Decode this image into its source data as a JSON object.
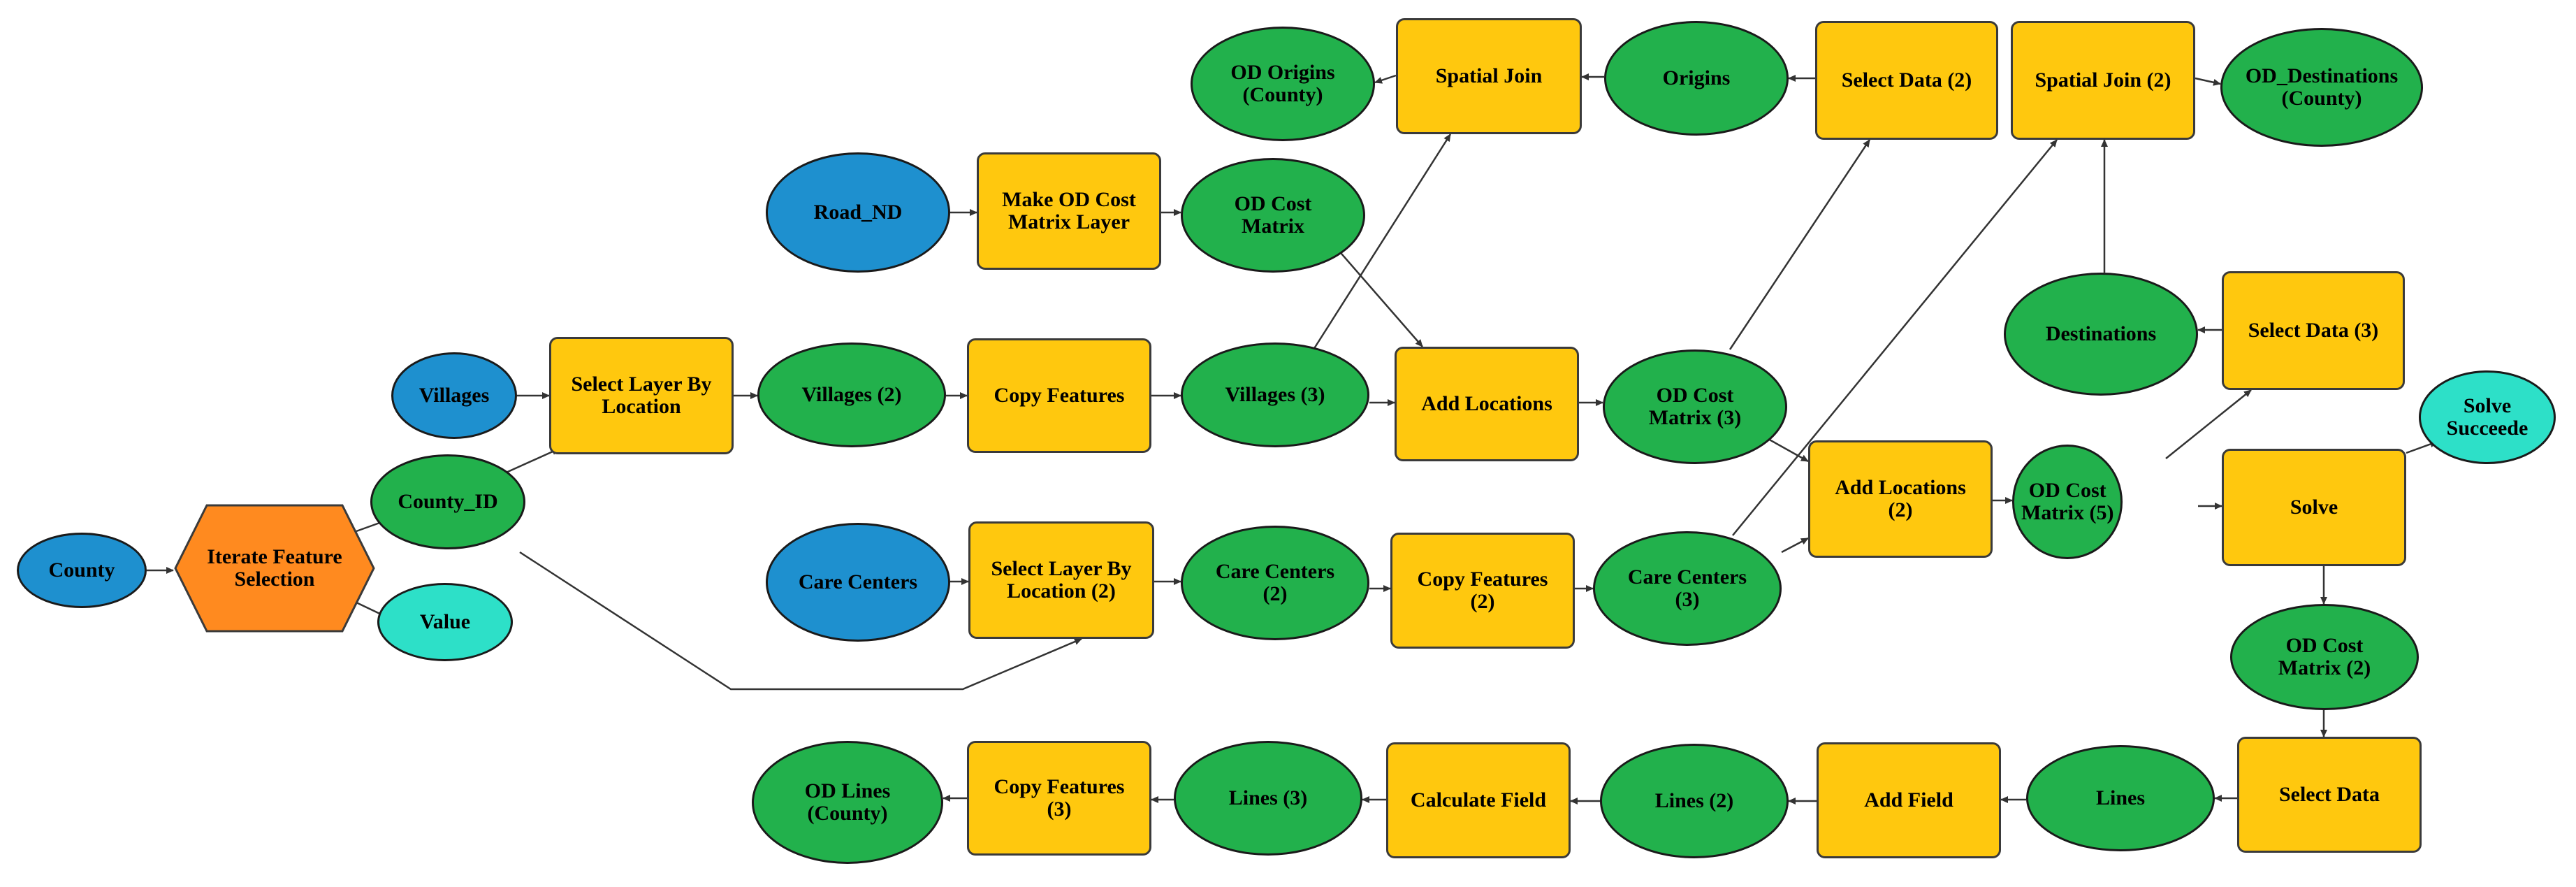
{
  "colors": {
    "blue": "#1e90cf",
    "green": "#22b14c",
    "yellow": "#ffc80e",
    "orange": "#ff8a1f",
    "cyan": "#2de0c8",
    "line": "#333333"
  },
  "nodes": {
    "county": "County",
    "iterate_feature_selection": "Iterate Feature\nSelection",
    "county_id": "County_ID",
    "value": "Value",
    "villages": "Villages",
    "select_layer_by_location": "Select Layer By\nLocation",
    "villages_2": "Villages (2)",
    "copy_features": "Copy Features",
    "villages_3": "Villages (3)",
    "road_nd": "Road_ND",
    "make_od_cost_matrix_layer": "Make OD Cost\nMatrix Layer",
    "od_cost_matrix": "OD Cost\nMatrix",
    "add_locations": "Add Locations",
    "od_cost_matrix_3": "OD Cost\nMatrix (3)",
    "od_origins_county": "OD Origins\n(County)",
    "spatial_join": "Spatial Join",
    "origins": "Origins",
    "select_data_2": "Select Data (2)",
    "spatial_join_2": "Spatial Join (2)",
    "od_destinations_county": "OD_Destinations\n(County)",
    "destinations": "Destinations",
    "select_data_3": "Select Data (3)",
    "care_centers": "Care Centers",
    "select_layer_by_location_2": "Select Layer By\nLocation (2)",
    "care_centers_2": "Care Centers\n(2)",
    "copy_features_2": "Copy Features\n(2)",
    "care_centers_3": "Care Centers\n(3)",
    "add_locations_2": "Add Locations\n(2)",
    "od_cost_matrix_5": "OD Cost\nMatrix (5)",
    "solve": "Solve",
    "solve_succeeded": "Solve\nSucceede",
    "od_cost_matrix_2": "OD Cost\nMatrix (2)",
    "select_data": "Select Data",
    "lines": "Lines",
    "add_field": "Add Field",
    "lines_2": "Lines (2)",
    "calculate_field": "Calculate Field",
    "lines_3": "Lines (3)",
    "copy_features_3": "Copy Features\n(3)",
    "od_lines_county": "OD Lines\n(County)"
  }
}
